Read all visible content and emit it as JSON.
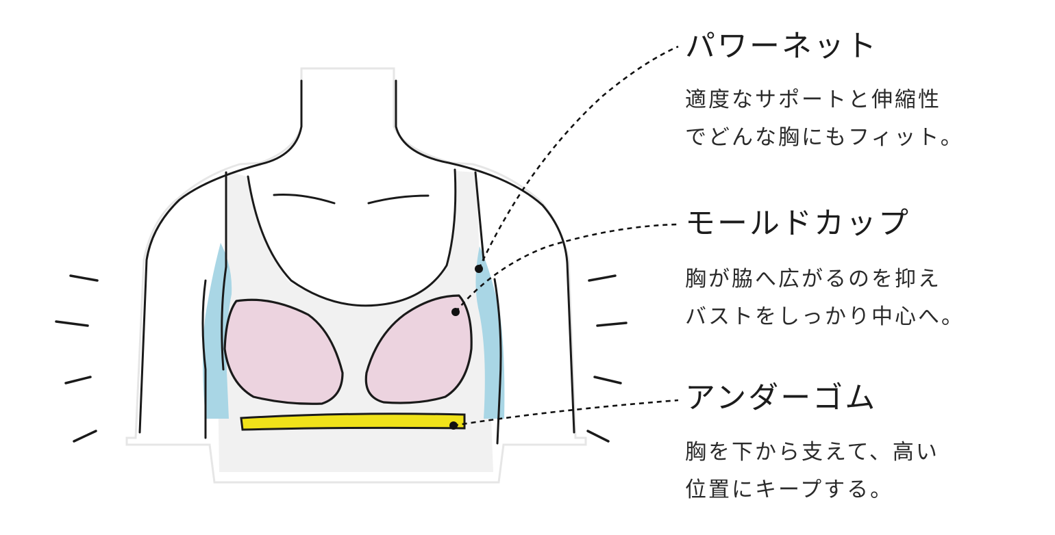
{
  "features": [
    {
      "name": "パワーネット",
      "description_lines": [
        "適度なサポートと伸縮性",
        "でどんな胸にもフィット。"
      ],
      "color": "#a9d6e5"
    },
    {
      "name": "モールドカップ",
      "description_lines": [
        "胸が脇へ広がるのを抑え",
        "バストをしっかり中心へ。"
      ],
      "color": "#ecd3df"
    },
    {
      "name": "アンダーゴム",
      "description_lines": [
        "胸を下から支えて、高い",
        "位置にキープする。"
      ],
      "color": "#f0e21a"
    }
  ],
  "colors": {
    "ink": "#1a1a1a",
    "bra_body": "#f2f2f2",
    "leader_line": "#111111"
  }
}
